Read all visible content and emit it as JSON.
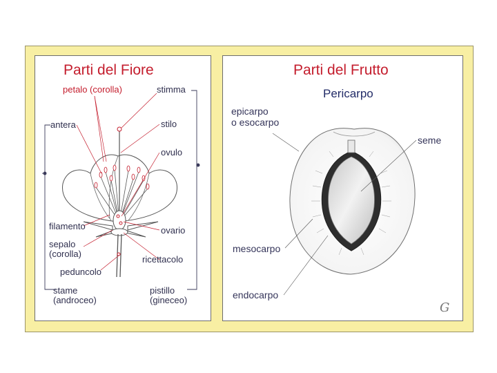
{
  "flower": {
    "title": "Parti del Fiore",
    "labels": {
      "petalo": "petalo (corolla)",
      "stimma": "stimma",
      "antera": "antera",
      "stilo": "stilo",
      "ovulo": "ovulo",
      "filamento": "filamento",
      "ovario": "ovario",
      "sepalo": "sepalo\n(corolla)",
      "ricettacolo": "ricettacolo",
      "peduncolo": "peduncolo",
      "stame": "stame\n(androceo)",
      "pistillo": "pistillo\n(gineceo)"
    }
  },
  "fruit": {
    "title": "Parti del Frutto",
    "subtitle": "Pericarpo",
    "labels": {
      "epicarpo": "epicarpo\no esocarpo",
      "seme": "seme",
      "mesocarpo": "mesocarpo",
      "endocarpo": "endocarpo"
    }
  },
  "colors": {
    "frame": "#f8efa3",
    "title": "#c41d2d",
    "subtitle": "#222b67",
    "leader": "#c41d2d",
    "text": "#2f2f4e"
  },
  "signature_mark": "G"
}
